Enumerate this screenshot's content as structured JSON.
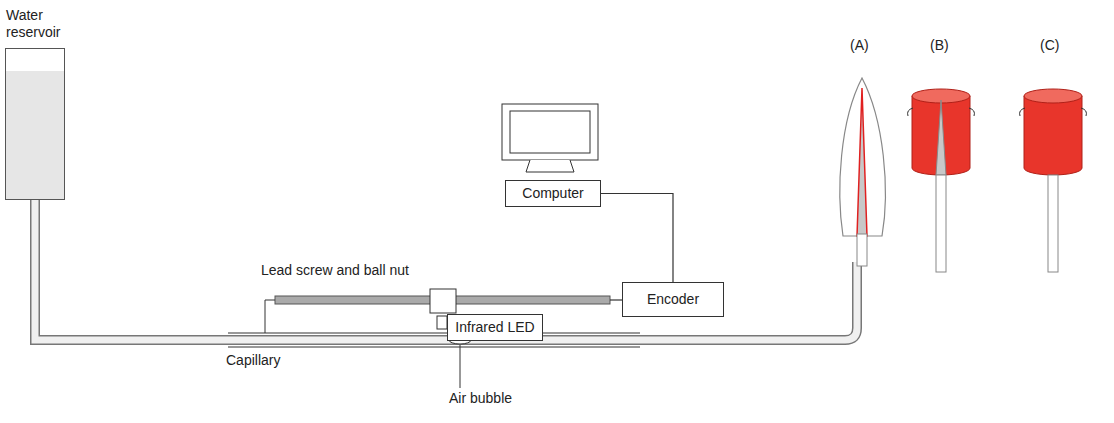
{
  "diagram": {
    "nodes": [
      {
        "text": [
          "Water reservoir"
        ]
      },
      {
        "text": [
          "Computer"
        ]
      },
      {
        "text": [
          "Encoder"
        ]
      },
      {
        "text": [
          "Lead screw and ball nut"
        ]
      },
      {
        "text": [
          "Infrared LED"
        ]
      }
    ],
    "edges": [
      {
        "from": 1,
        "to": 2,
        "arrow": "none"
      },
      {
        "from": 3,
        "to": 2,
        "arrow": "none"
      }
    ],
    "labels": [
      "Capillary",
      "Air bubble",
      "(A)",
      "(B)",
      "(C)"
    ]
  }
}
